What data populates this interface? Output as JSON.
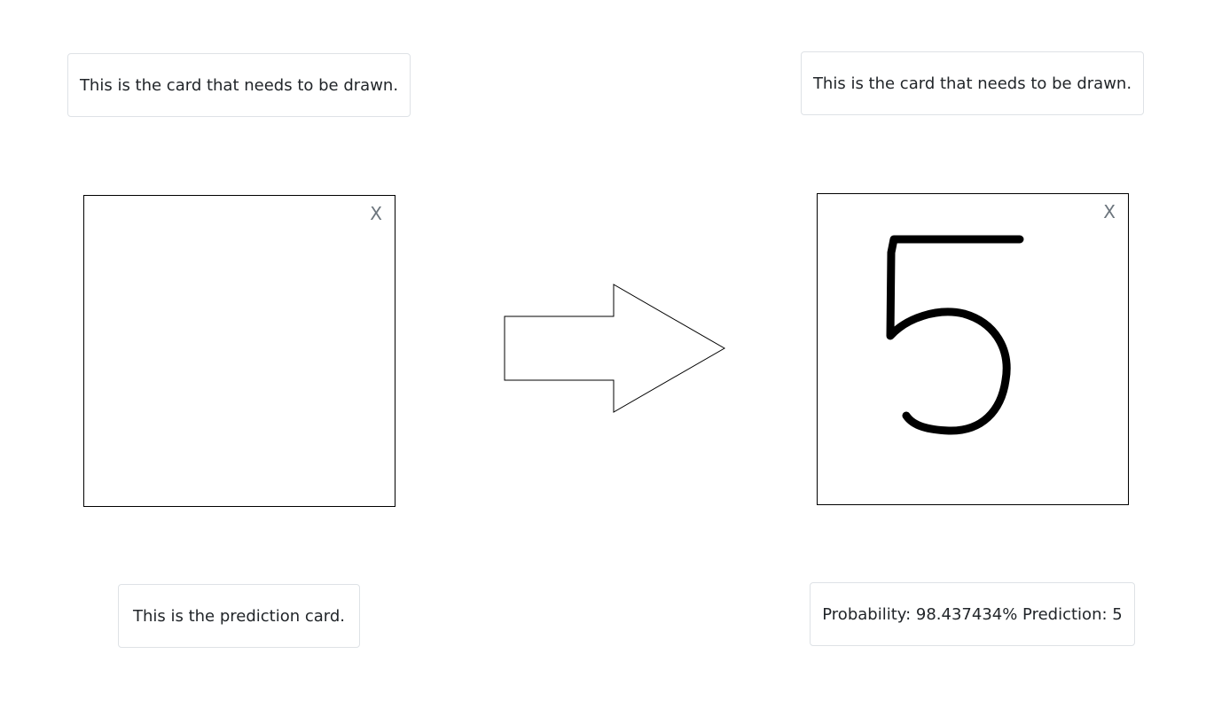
{
  "left_panel": {
    "target_card_text": "This is the card that needs to be drawn.",
    "canvas_close_label": "X",
    "prediction_card_text": "This is the prediction card.",
    "canvas_drawing": "blank"
  },
  "right_panel": {
    "target_card_text": "This is the card that needs to be drawn.",
    "canvas_close_label": "X",
    "prediction_card_text": "Probability: 98.437434% Prediction: 5",
    "canvas_drawing": "handwritten digit 5"
  },
  "arrow_icon": "right-arrow-icon"
}
